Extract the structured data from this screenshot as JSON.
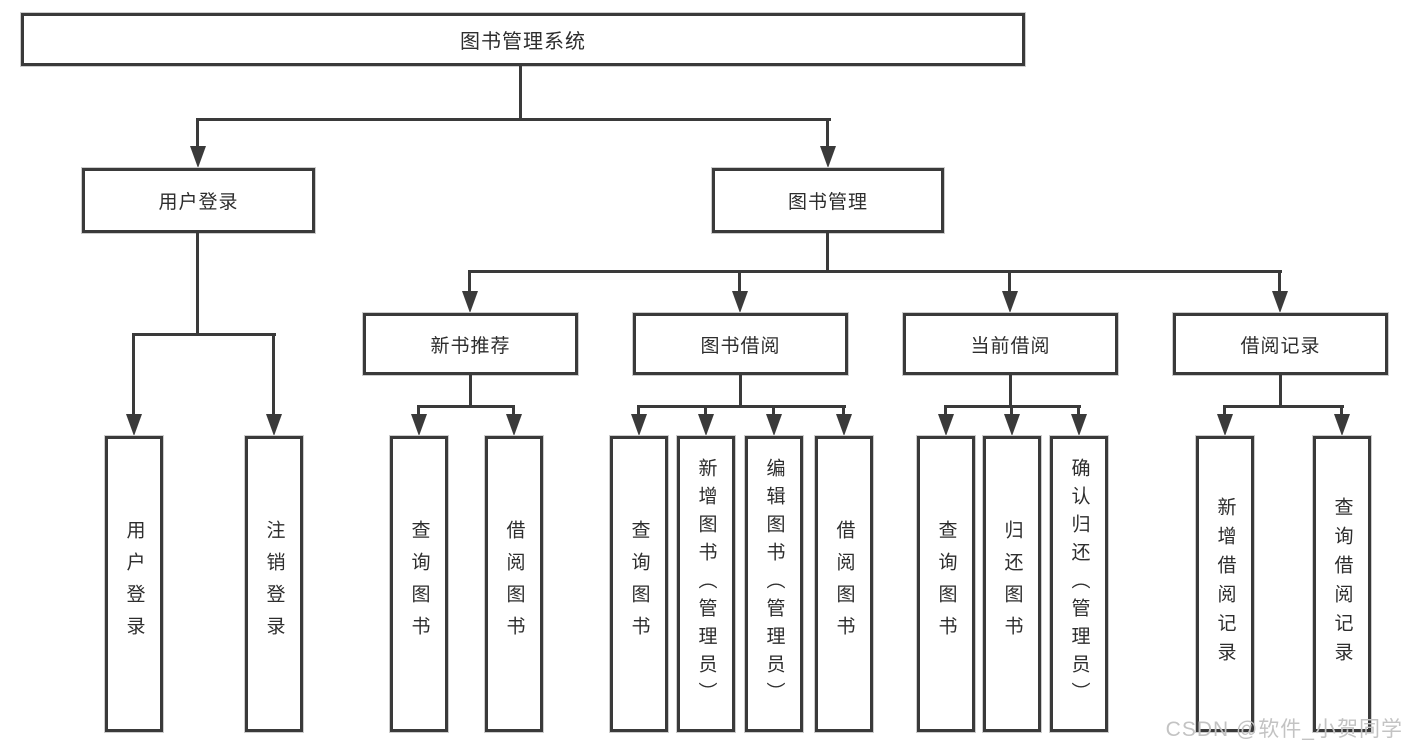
{
  "tree": {
    "root": "图书管理系统",
    "children": [
      {
        "label": "用户登录",
        "children": [
          "用户登录",
          "注销登录"
        ]
      },
      {
        "label": "图书管理",
        "children": [
          {
            "label": "新书推荐",
            "children": [
              "查询图书",
              "借阅图书"
            ]
          },
          {
            "label": "图书借阅",
            "children": [
              "查询图书",
              "新增图书（管理员）",
              "编辑图书（管理员）",
              "借阅图书"
            ]
          },
          {
            "label": "当前借阅",
            "children": [
              "查询图书",
              "归还图书",
              "确认归还（管理员）"
            ]
          },
          {
            "label": "借阅记录",
            "children": [
              "新增借阅记录",
              "查询借阅记录"
            ]
          }
        ]
      }
    ]
  },
  "watermark": {
    "text": "CSDN @软件_小贺同学"
  },
  "colors": {
    "line": "#3a3a3a",
    "text": "#2d2d2d",
    "watermark": "#c3c3c3",
    "background": "#ffffff"
  }
}
